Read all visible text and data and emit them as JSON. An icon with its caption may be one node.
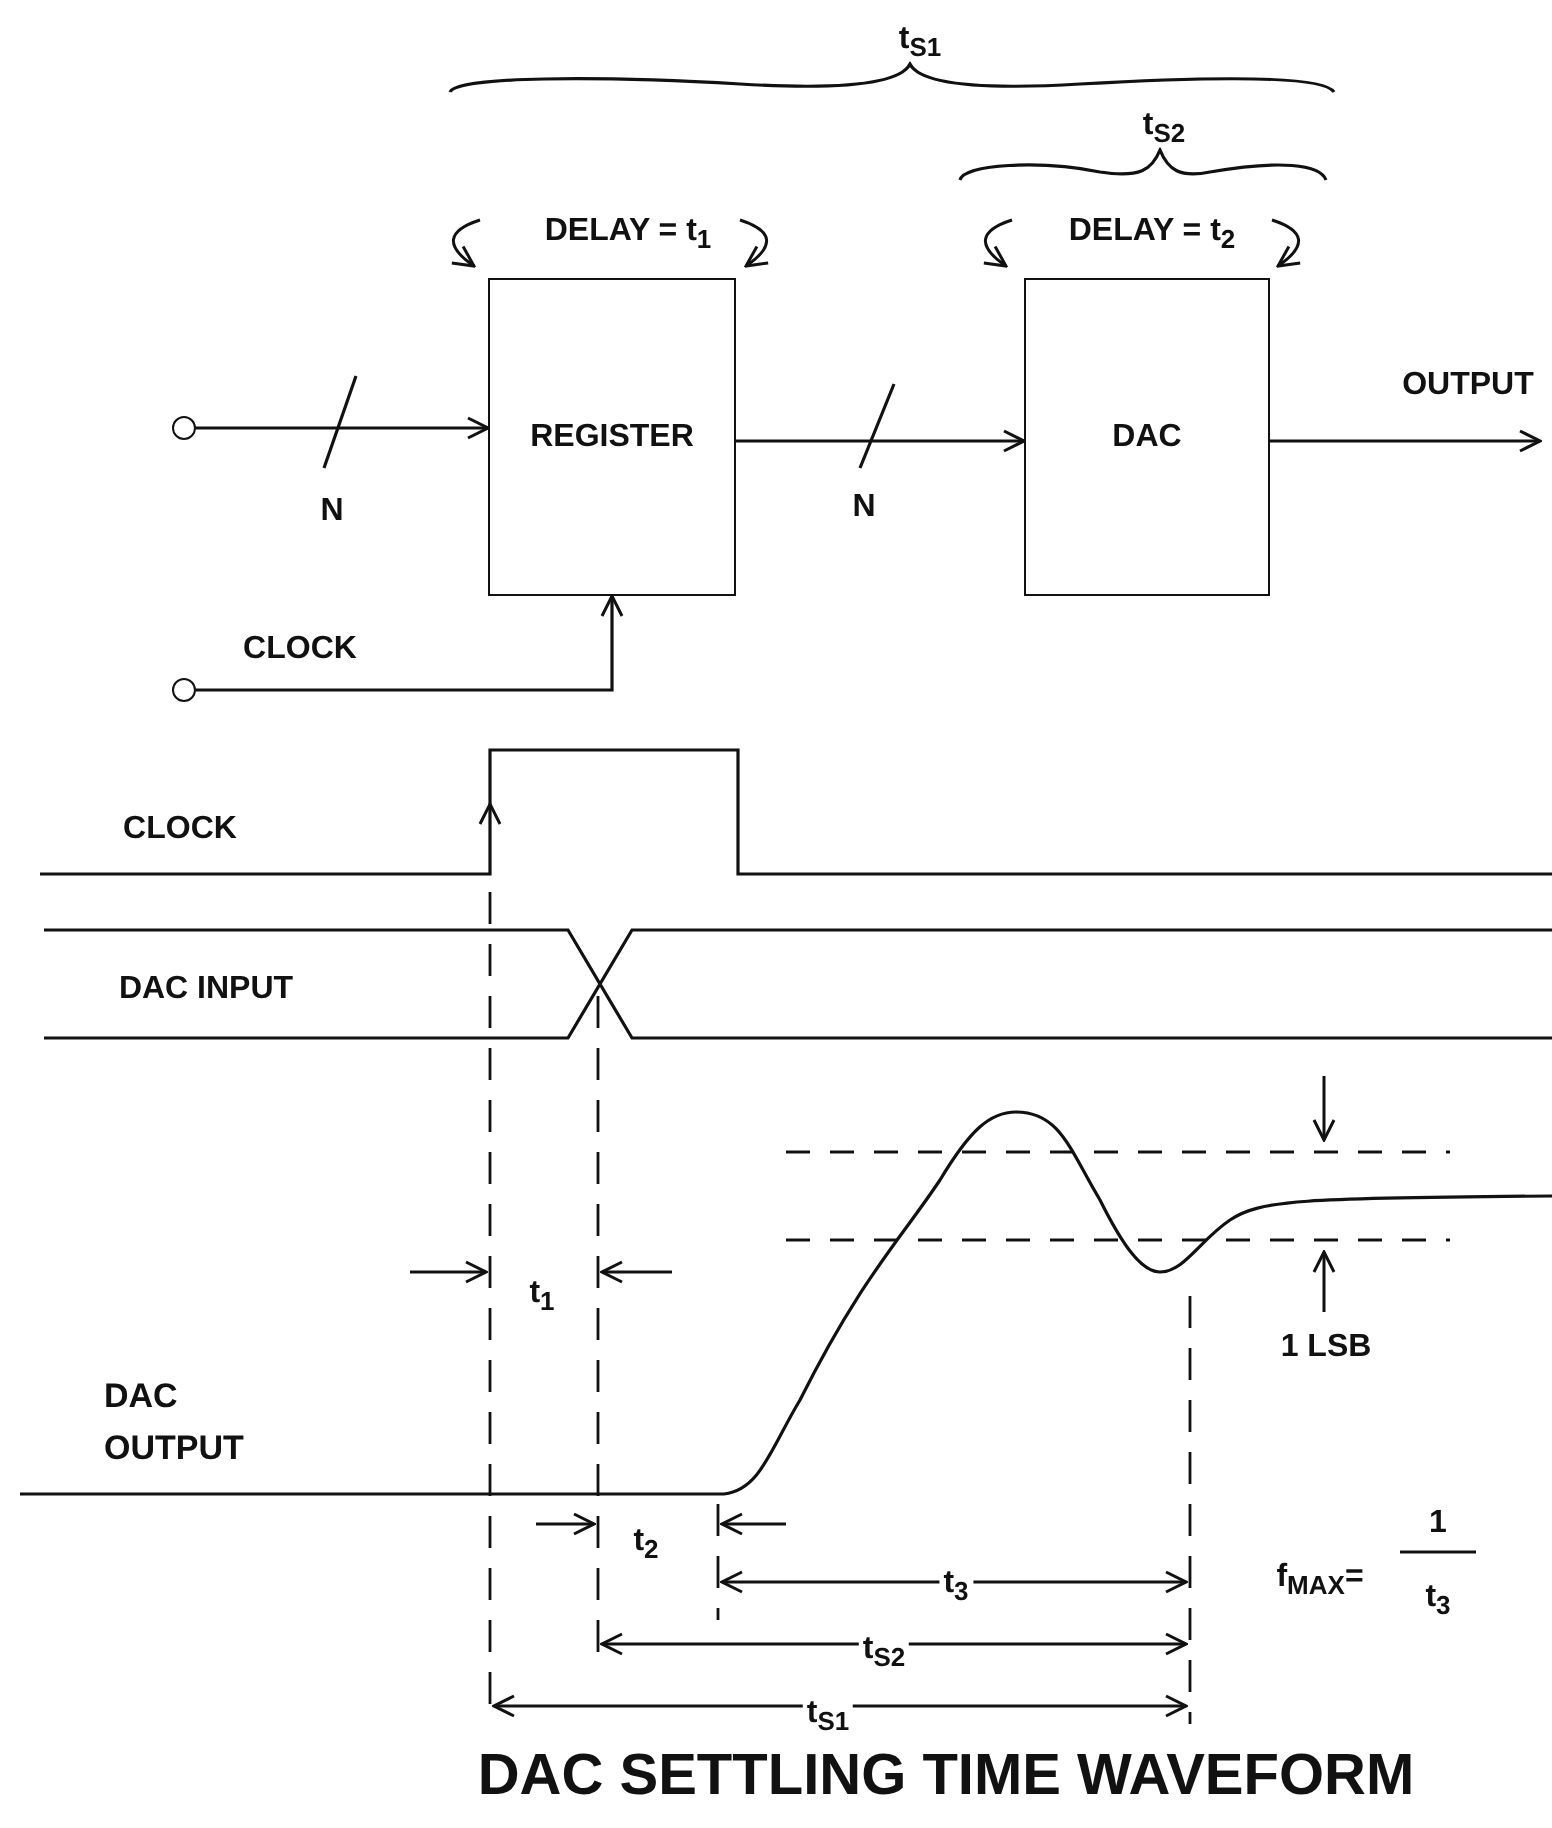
{
  "diagram": {
    "caption": "DAC SETTLING TIME WAVEFORM",
    "nodes": [
      {
        "text": [],
        "shape": "circle"
      },
      {
        "text": [
          "REGISTER"
        ]
      },
      {
        "text": [
          "DAC"
        ]
      },
      {
        "text": [],
        "shape": "circle"
      }
    ],
    "edges": [
      {
        "from": 0,
        "to": 1,
        "arrow": "to"
      },
      {
        "from": 1,
        "to": 2,
        "arrow": "to"
      },
      {
        "from": 2,
        "to": null,
        "arrow": "to",
        "label": "OUTPUT"
      },
      {
        "from": 3,
        "to": 1,
        "arrow": "to"
      }
    ],
    "labels": [
      "t$_{S1}$",
      "t$_{S2}$",
      "DELAY = t$_{1}$",
      "DELAY = t$_{2}$",
      "N",
      "N",
      "CLOCK",
      "CLOCK",
      "DAC INPUT",
      "t$_{1}$",
      "1 LSB",
      "DAC OUTPUT",
      "t$_{2}$",
      "f$_{MAX}$=",
      "1",
      "t$_{3}$",
      "t$_{3}$",
      "t$_{S2}$",
      "t$_{S1}$"
    ]
  }
}
